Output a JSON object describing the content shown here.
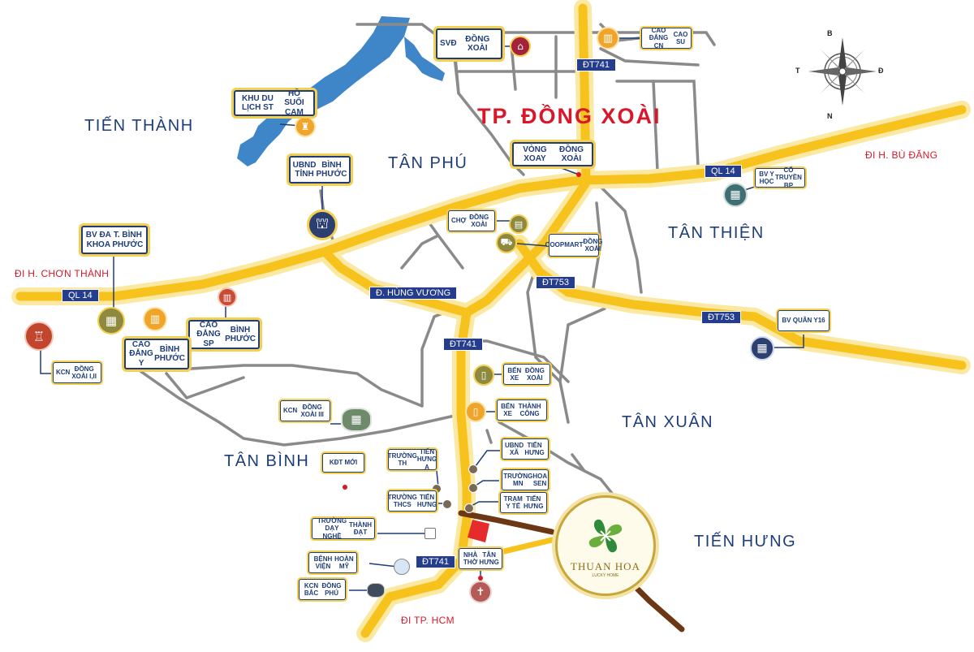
{
  "city": {
    "name": "TP. ĐỒNG XOÀI"
  },
  "areas": {
    "tien_thanh": "TIẾN THÀNH",
    "tan_phu": "TÂN PHÚ",
    "tan_thien": "TÂN THIỆN",
    "tan_xuan": "TÂN XUÂN",
    "tan_binh": "TÂN BÌNH",
    "tien_hung": "TIẾN HƯNG"
  },
  "directions": {
    "bu_dang": "ĐI H. BÙ ĐĂNG",
    "chon_thanh": "ĐI H. CHƠN THÀNH",
    "hcm": "ĐI TP. HCM"
  },
  "roads": {
    "dt741_top": "ĐT741",
    "ql14_east": "QL 14",
    "ql14_west": "QL 14",
    "hung_vuong": "Đ. HÙNG VƯƠNG",
    "dt753_a": "ĐT753",
    "dt753_b": "ĐT753",
    "dt741_mid": "ĐT741",
    "dt741_south": "ĐT741"
  },
  "pois": {
    "svd": [
      "SVĐ",
      "ĐỒNG XOÀI"
    ],
    "cao_dang_cn": [
      "CAO ĐẲNG CN",
      "CAO SU"
    ],
    "khu_du_lich": [
      "KHU DU LỊCH ST",
      "HỒ SUỐI CAM"
    ],
    "ubnd_tinh": [
      "UBND TỈNH",
      "BÌNH PHƯỚC"
    ],
    "vong_xoay": [
      "VÒNG XOAY",
      "ĐỒNG XOÀI"
    ],
    "bv_yhoc": [
      "BV Y HỌC",
      "CỔ TRUYỀN BP"
    ],
    "cho": [
      "CHỢ",
      "ĐỒNG XOÀI"
    ],
    "coopmart": [
      "COOPMART",
      "ĐỒNG XOÀI"
    ],
    "bv_da_khoa": [
      "BV ĐA KHOA",
      "T. BÌNH PHƯỚC"
    ],
    "cao_dang_sp": [
      "CAO ĐẲNG SP",
      "BÌNH PHƯỚC"
    ],
    "cao_dang_y": [
      "CAO ĐẲNG Y",
      "BÌNH PHƯỚC"
    ],
    "kcn_dx12": [
      "KCN",
      "ĐỒNG XOÀI I,II"
    ],
    "bv_quan_y": [
      "BV QUÂN Y",
      "16"
    ],
    "ben_xe_dx": [
      "BẾN XE",
      "ĐỒNG XOÀI"
    ],
    "ben_xe_tc": [
      "BẾN XE",
      "THÀNH CÔNG"
    ],
    "kcn_dx3": [
      "KCN",
      "ĐỒNG XOÀI III"
    ],
    "ubnd_xa": [
      "UBND XÃ",
      "TIẾN HƯNG"
    ],
    "truong_th": [
      "TRƯỜNG TH",
      "TIẾN HƯNG A"
    ],
    "truong_mn": [
      "TRƯỜNG MN",
      "HOA SEN"
    ],
    "kdt_moi": [
      "KĐT MỚI"
    ],
    "truong_thcs": [
      "TRƯỜNG THCS",
      "TIẾN HƯNG"
    ],
    "tram_y_te": [
      "TRẠM Y TẾ",
      "TIẾN HƯNG"
    ],
    "truong_day_nghe": [
      "TRƯỜNG DẠY NGHỀ",
      "THÀNH ĐẠT"
    ],
    "nha_tho": [
      "NHÀ THỜ",
      "TÂN HƯNG"
    ],
    "benh_vien_hm": [
      "BỆNH VIỆN",
      "HOÀN MỸ"
    ],
    "kcn_bac_dp": [
      "KCN BẮC",
      "ĐỒNG PHÚ"
    ]
  },
  "compass": {
    "n": "B",
    "s": "N",
    "w": "T",
    "e": "Đ"
  },
  "logo": {
    "name": "THUAN HOA",
    "sub": "LUCKY HOME"
  },
  "colors": {
    "main_road": "#f6c21b",
    "road_glow": "#fbe9a3",
    "minor_road": "#8a8a8a",
    "water": "#3e86c8",
    "label_navy": "#1f3d7a",
    "direction_red": "#d7182a",
    "private_road": "#6b3714"
  },
  "icons": {
    "stadium": "stadium-icon",
    "school": "school-icon",
    "tourism": "tourism-icon",
    "government": "government-icon",
    "hospital": "hospital-icon",
    "market": "market-icon",
    "cart": "shopping-cart-icon",
    "factory": "factory-icon",
    "bus": "bus-icon",
    "church": "church-icon"
  }
}
